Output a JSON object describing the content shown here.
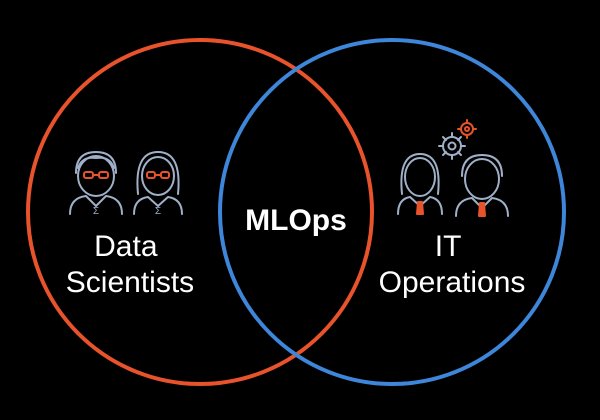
{
  "diagram": {
    "left_circle": {
      "label_lines": [
        "Data",
        "Scientists"
      ],
      "color": "#e8532b"
    },
    "right_circle": {
      "label_lines": [
        "IT",
        "Operations"
      ],
      "color": "#3d86d9"
    },
    "intersection": {
      "label": "MLOps"
    },
    "icons": {
      "left": [
        "data-scientist-male-icon",
        "data-scientist-female-icon"
      ],
      "right": [
        "it-ops-female-icon",
        "it-ops-male-icon",
        "gears-icon"
      ]
    },
    "colors": {
      "background": "#000000",
      "icon_outline": "#9fb0c8",
      "icon_accent": "#e8532b",
      "gear_orange": "#e8532b",
      "gear_blue": "#9fb0c8",
      "text": "#ffffff"
    }
  }
}
